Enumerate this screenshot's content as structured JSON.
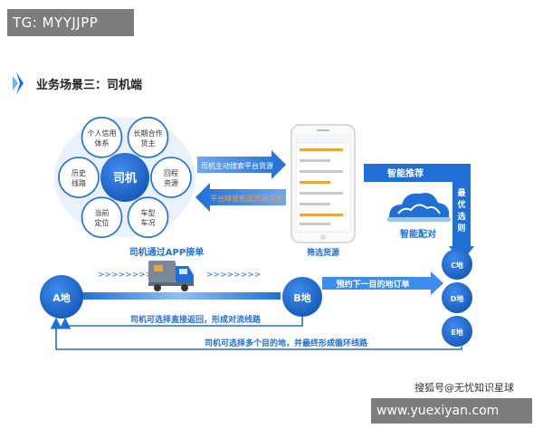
{
  "watermark_top": "TG: MYYJJPP",
  "watermark_bottom": "www.yuexiyan.com",
  "watermark_sohu": "搜狐号@无忧知识星球",
  "title": "业务场景三：司机端",
  "driver": {
    "center": "司机",
    "petals": [
      [
        "个人信用",
        "体系"
      ],
      [
        "长期合作",
        "货主"
      ],
      [
        "回程",
        "资源"
      ],
      [
        "车型",
        "车况"
      ],
      [
        "当前",
        "定位"
      ],
      [
        "历史",
        "线路"
      ]
    ]
  },
  "arrow_search": "司机主动搜索平台货源",
  "arrow_push": "平台精准推送货源信息",
  "phone_caption": "筛选货源",
  "smart_recommend": "智能推荐",
  "smart_match": "智能配对",
  "best_route": [
    "最",
    "优",
    "选",
    "则"
  ],
  "app_order": "司机通过APP接单",
  "truck_arrows_left": ">>>>>>>>",
  "truck_arrows_right": ">>>>>>>>",
  "node_a": "A地",
  "node_b": "B地",
  "node_c": "C地",
  "node_d": "D地",
  "node_e": "E地",
  "next_order": "预约下一目的地订单",
  "return_text": "司机可选择直接返回，形成对流线路",
  "cycle_text": "司机可选择多个目的地，并最终形成循环线路",
  "colors": {
    "primary": "#1f6fd6",
    "light": "#cfe3fb",
    "orange": "#f2a23a"
  }
}
